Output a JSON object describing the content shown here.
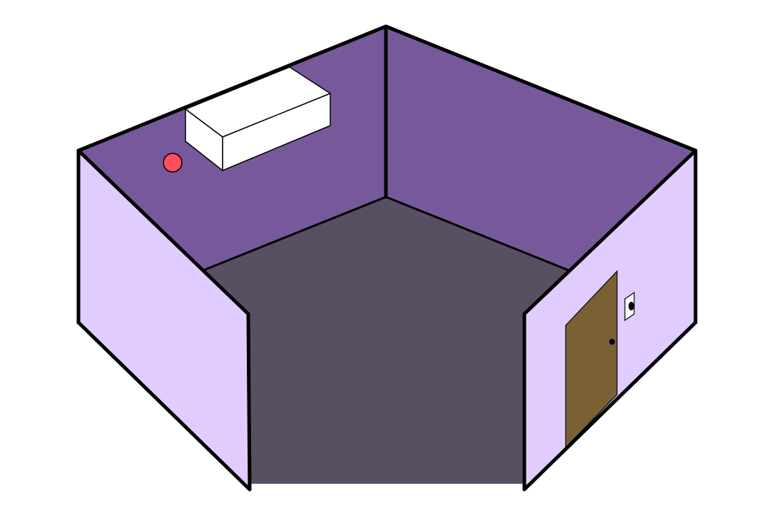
{
  "scene": {
    "view": "isometric-room",
    "colors": {
      "background": "#ffffff",
      "back_wall": "#77599b",
      "side_wall": "#e0ccff",
      "floor": "#584f62",
      "outline": "#000000",
      "ac_unit": "#ffffff",
      "red_dot": "#ff4d5f",
      "door": "#7b6034",
      "light_switch": "#ffffff"
    },
    "objects": [
      "air-conditioner",
      "red-button",
      "door",
      "door-knob",
      "light-switch"
    ]
  }
}
